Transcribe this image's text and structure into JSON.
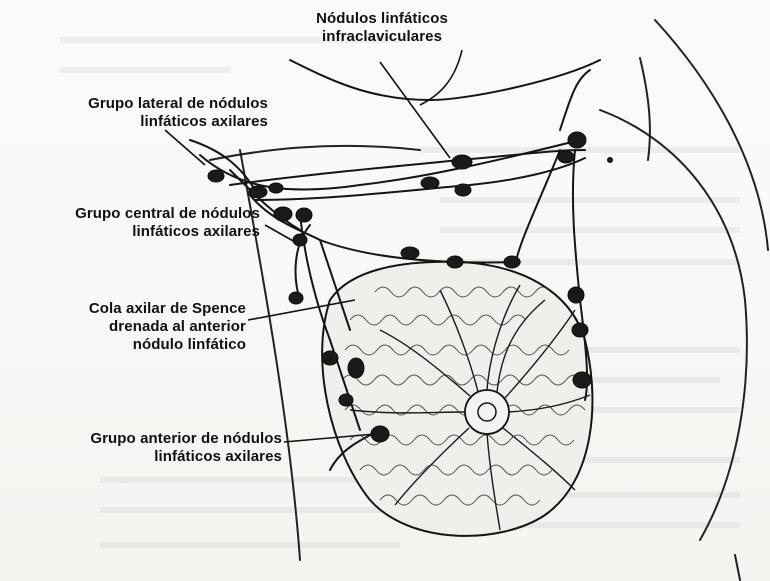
{
  "labels": {
    "infraclavicular": {
      "line1": "Nódulos linfáticos",
      "line2": "infraclaviculares"
    },
    "lateral_group": {
      "line1": "Grupo lateral de nódulos",
      "line2": "linfáticos axilares"
    },
    "central_group": {
      "line1": "Grupo central de nódulos",
      "line2": "linfáticos axilares"
    },
    "spence_tail": {
      "line1": "Cola axilar de Spence",
      "line2": "drenada al anterior",
      "line3": "nódulo linfático"
    },
    "anterior_group": {
      "line1": "Grupo anterior de nódulos",
      "line2": "linfáticos axilares"
    }
  },
  "colors": {
    "ink": "#111111",
    "node": "#1a1a1a",
    "background": "#f7f7f5"
  }
}
